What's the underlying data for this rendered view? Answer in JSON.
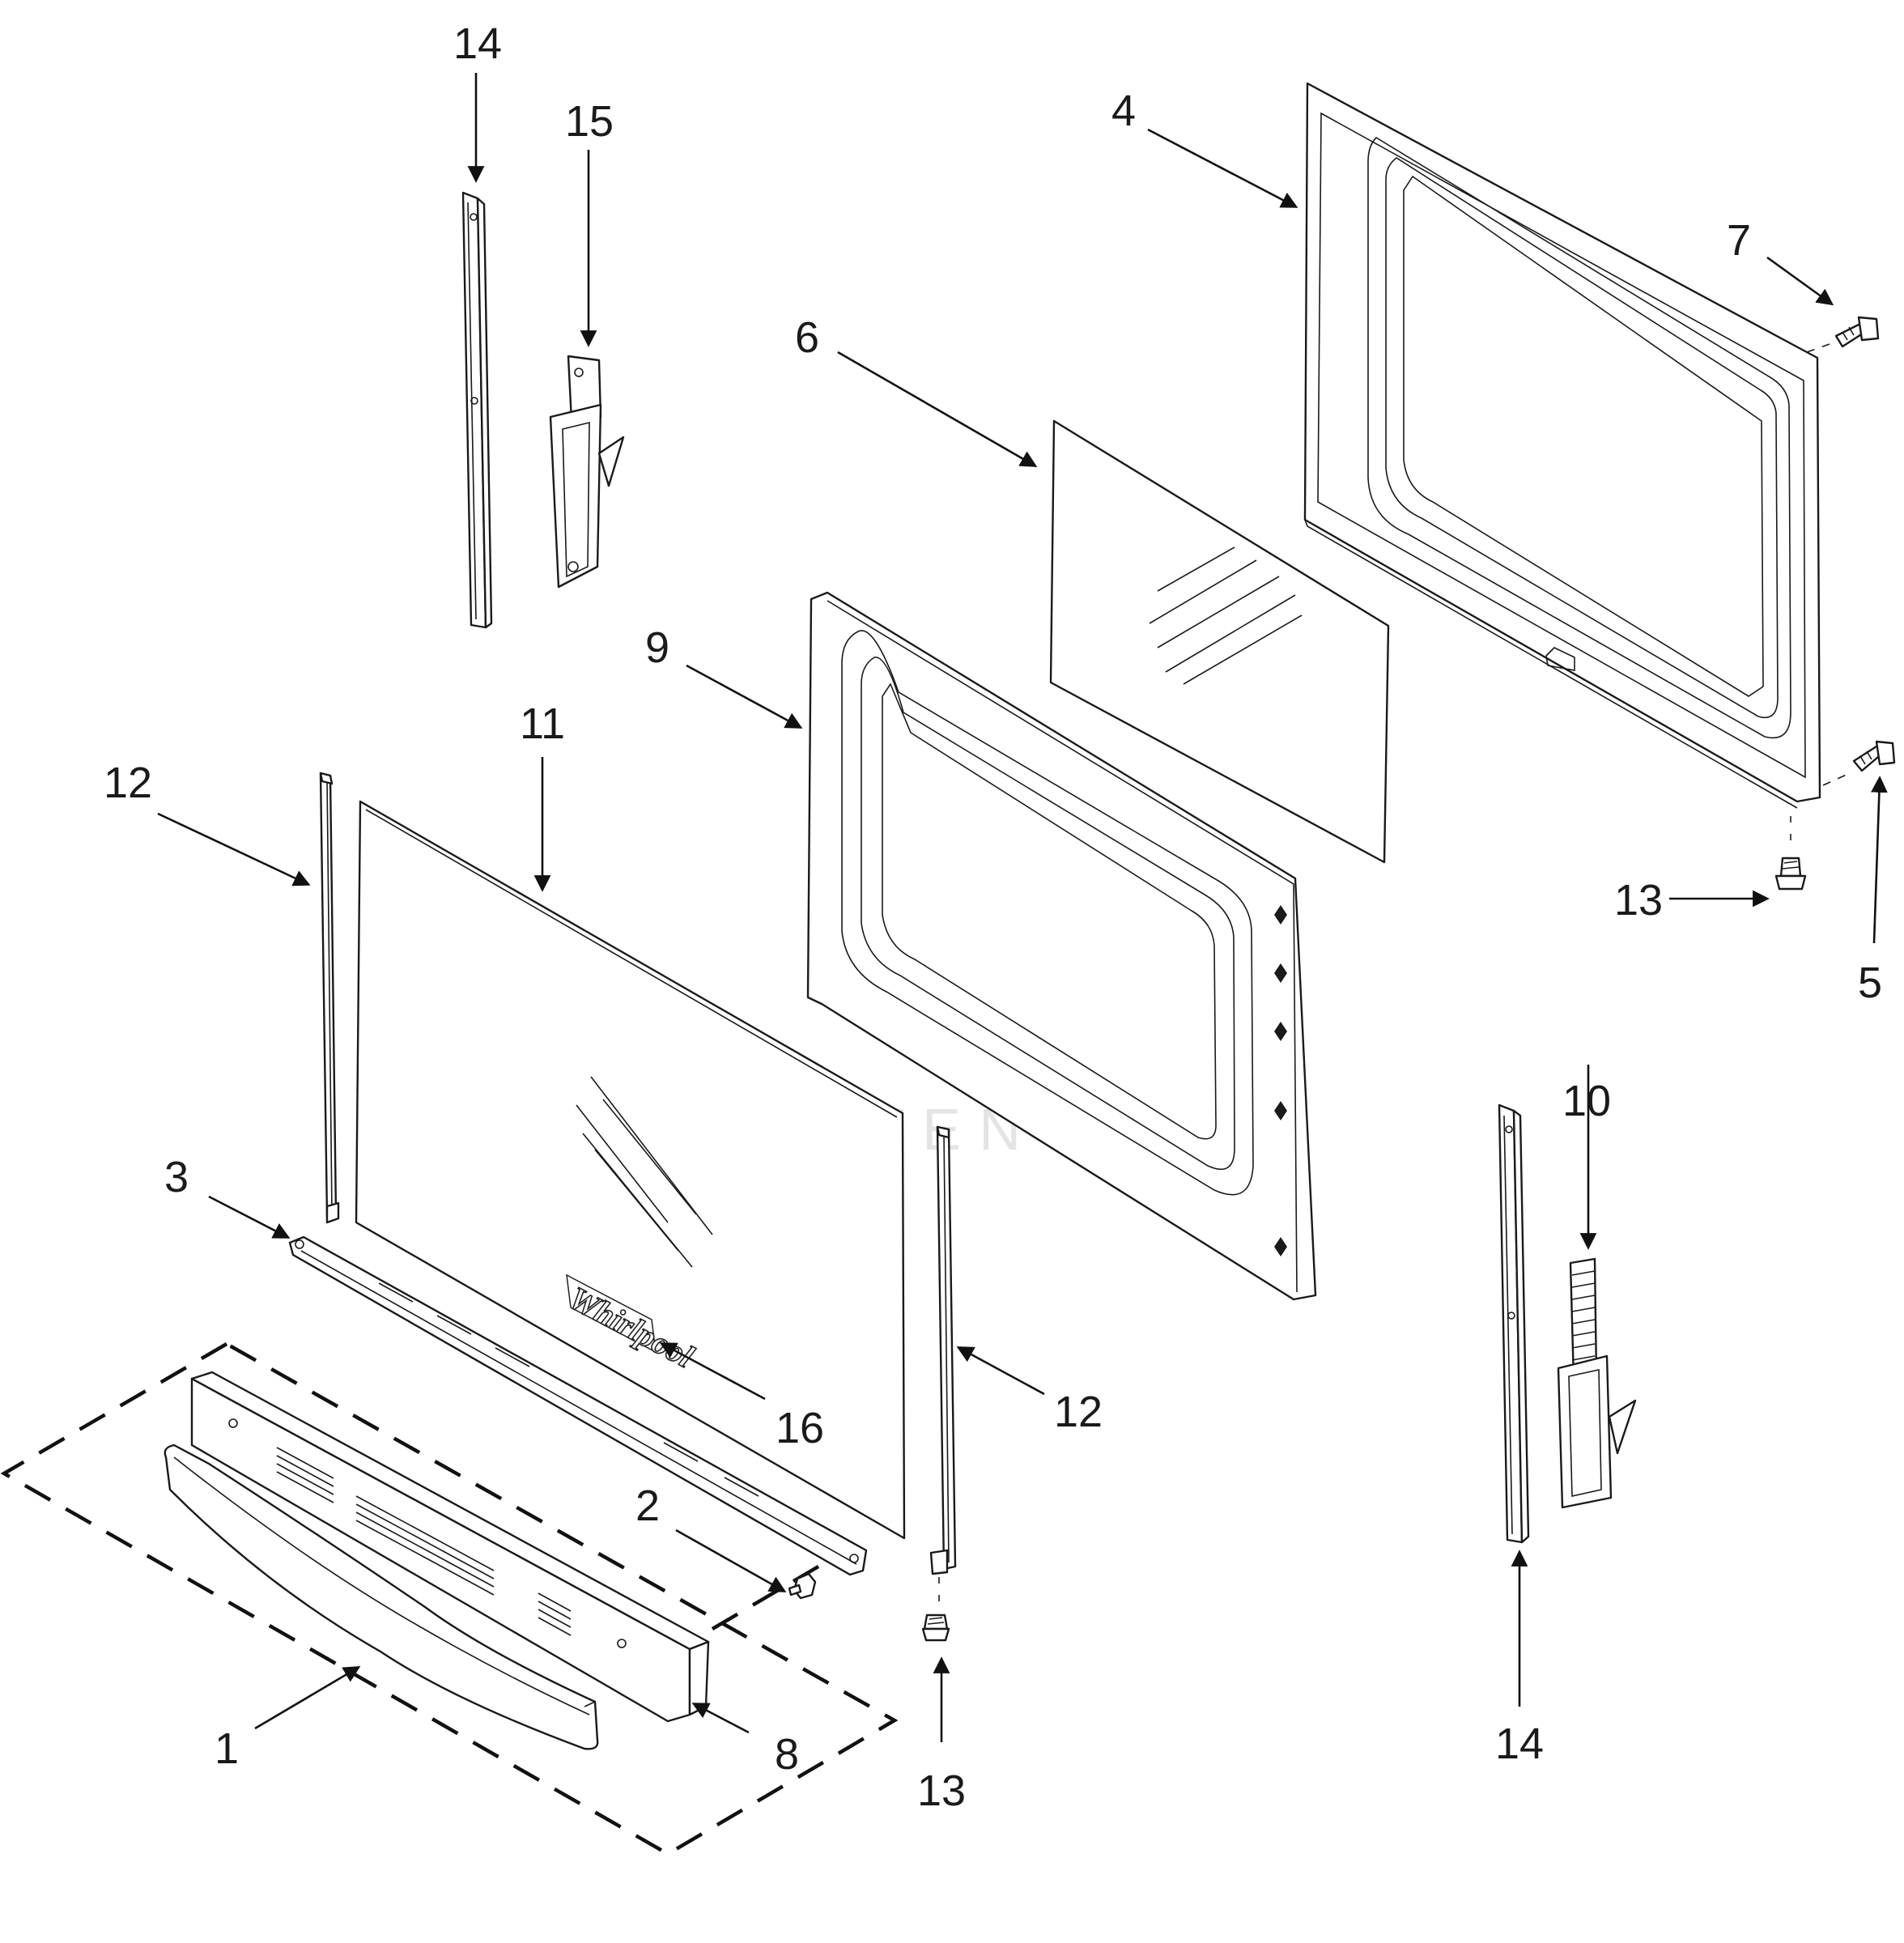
{
  "callouts": [
    {
      "id": "c1",
      "text": "1"
    },
    {
      "id": "c2",
      "text": "2"
    },
    {
      "id": "c3",
      "text": "3"
    },
    {
      "id": "c4",
      "text": "4"
    },
    {
      "id": "c5",
      "text": "5"
    },
    {
      "id": "c6",
      "text": "6"
    },
    {
      "id": "c7",
      "text": "7"
    },
    {
      "id": "c8",
      "text": "8"
    },
    {
      "id": "c9",
      "text": "9"
    },
    {
      "id": "c10",
      "text": "10"
    },
    {
      "id": "c11",
      "text": "11"
    },
    {
      "id": "c12a",
      "text": "12"
    },
    {
      "id": "c12b",
      "text": "12"
    },
    {
      "id": "c13a",
      "text": "13"
    },
    {
      "id": "c13b",
      "text": "13"
    },
    {
      "id": "c14a",
      "text": "14"
    },
    {
      "id": "c14b",
      "text": "14"
    },
    {
      "id": "c15",
      "text": "15"
    },
    {
      "id": "c16",
      "text": "16"
    }
  ],
  "watermark": {
    "text": "LEADVENTURE"
  },
  "brand_logo": {
    "text": "Whirlpool"
  },
  "colors": {
    "line": "#1a1a1a",
    "watermark": "#e4e4e4",
    "background": "#ffffff"
  }
}
